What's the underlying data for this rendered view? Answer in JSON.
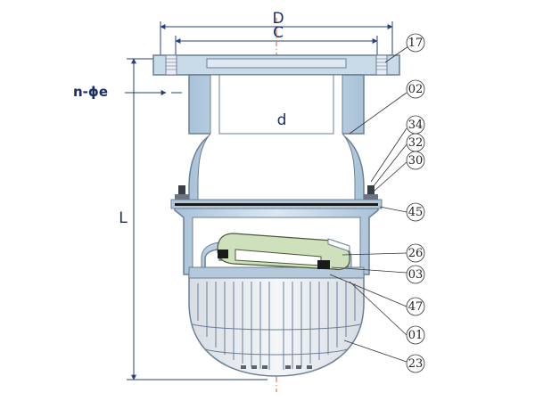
{
  "dimensions": {
    "D": "D",
    "C": "C",
    "d": "d",
    "L": "L",
    "bolt": "n-ϕe"
  },
  "callouts": [
    "17",
    "02",
    "34",
    "32",
    "30",
    "45",
    "26",
    "03",
    "47",
    "01",
    "23"
  ],
  "colors": {
    "body_blue": "#c2d6e6",
    "body_outline": "#6b7f96",
    "disc_green": "#cfe0bd",
    "seal_black": "#1a1a1a",
    "dimension_line": "#2a3f7a",
    "centerline": "#e05a3a"
  }
}
